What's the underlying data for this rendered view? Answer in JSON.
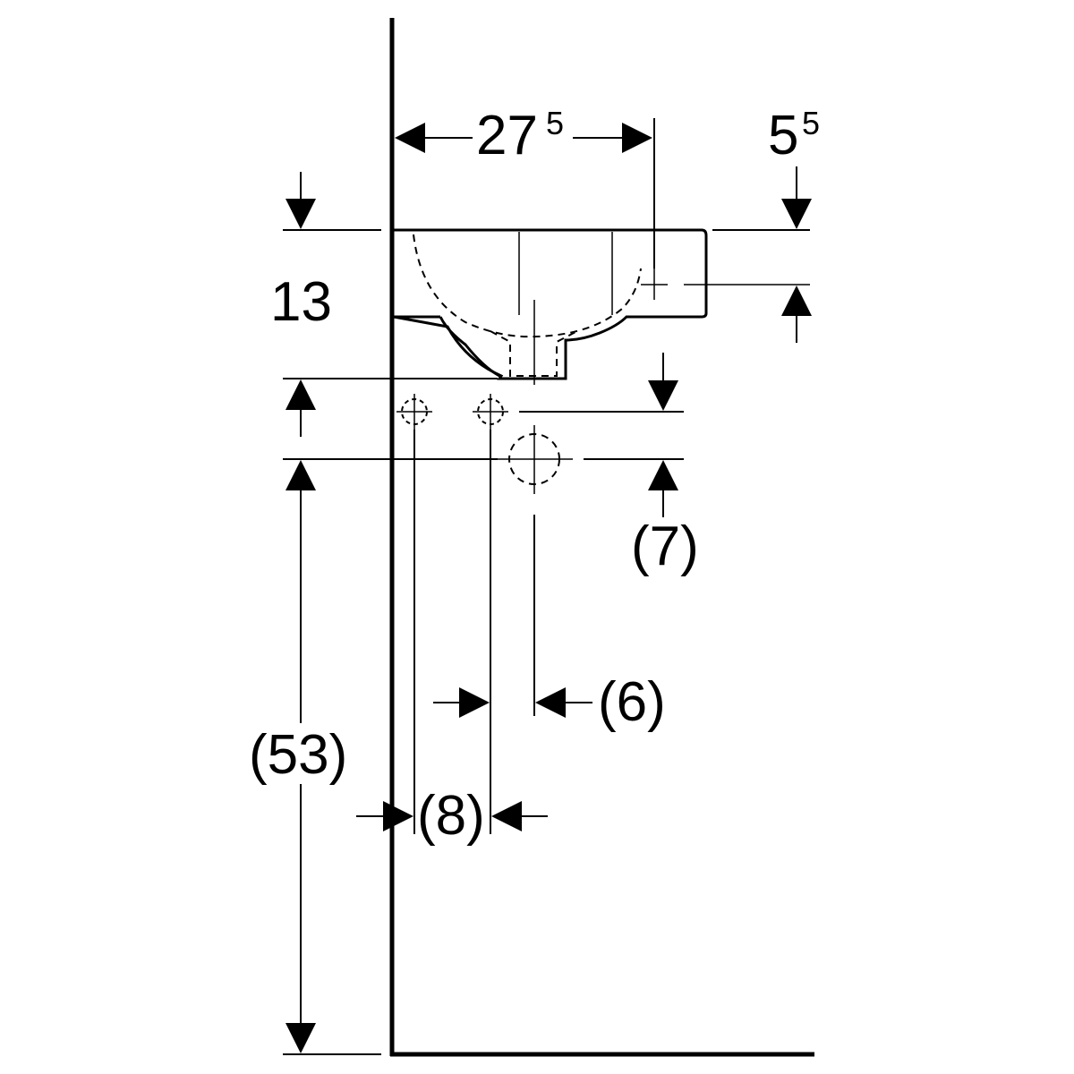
{
  "dimensions": {
    "basin_depth": {
      "main": "27",
      "sup": "5"
    },
    "rim_offset": {
      "main": "5",
      "sup": "5"
    },
    "basin_height": "13",
    "waste_height": "(53)",
    "supply_drop": "(7)",
    "supply_spacing": "(6)",
    "wall_to_supply": "(8)"
  },
  "colors": {
    "line": "#000000",
    "background": "#ffffff"
  }
}
